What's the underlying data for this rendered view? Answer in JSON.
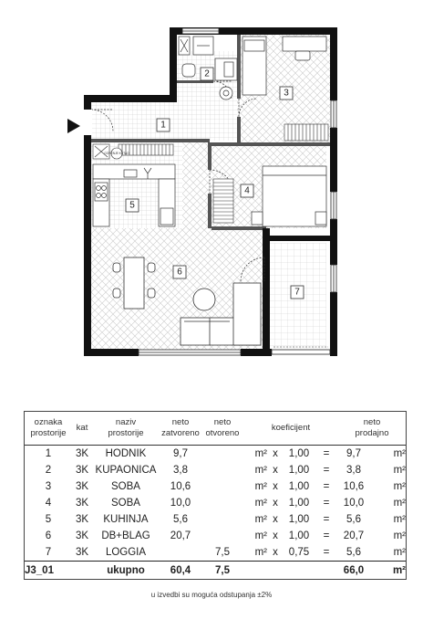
{
  "rooms": [
    {
      "number": "1",
      "name": "HODNIK"
    },
    {
      "number": "2",
      "name": "KUPAONICA"
    },
    {
      "number": "3",
      "name": "SOBA"
    },
    {
      "number": "4",
      "name": "SOBA"
    },
    {
      "number": "5",
      "name": "KUHINJA"
    },
    {
      "number": "6",
      "name": "DB+BLAG"
    },
    {
      "number": "7",
      "name": "LOGGIA"
    }
  ],
  "fixture_text": "GORENJE KOTAO",
  "table": {
    "headers": {
      "oznaka_line1": "oznaka",
      "oznaka_line2": "prostorije",
      "kat": "kat",
      "naziv_line1": "naziv",
      "naziv_line2": "prostorije",
      "neto_z_line1": "neto",
      "neto_z_line2": "zatvoreno",
      "neto_o_line1": "neto",
      "neto_o_line2": "otvoreno",
      "koeficijent": "koeficijent",
      "neto_p_line1": "neto",
      "neto_p_line2": "prodajno"
    },
    "rows": [
      {
        "oznaka": "1",
        "kat": "3K",
        "naziv": "HODNIK",
        "zatvoreno": "9,7",
        "otvoreno": "",
        "unit": "m²",
        "x": "x",
        "koef": "1,00",
        "eq": "=",
        "prodajno": "9,7",
        "unit2": "m²"
      },
      {
        "oznaka": "2",
        "kat": "3K",
        "naziv": "KUPAONICA",
        "zatvoreno": "3,8",
        "otvoreno": "",
        "unit": "m²",
        "x": "x",
        "koef": "1,00",
        "eq": "=",
        "prodajno": "3,8",
        "unit2": "m²"
      },
      {
        "oznaka": "3",
        "kat": "3K",
        "naziv": "SOBA",
        "zatvoreno": "10,6",
        "otvoreno": "",
        "unit": "m²",
        "x": "x",
        "koef": "1,00",
        "eq": "=",
        "prodajno": "10,6",
        "unit2": "m²"
      },
      {
        "oznaka": "4",
        "kat": "3K",
        "naziv": "SOBA",
        "zatvoreno": "10,0",
        "otvoreno": "",
        "unit": "m²",
        "x": "x",
        "koef": "1,00",
        "eq": "=",
        "prodajno": "10,0",
        "unit2": "m²"
      },
      {
        "oznaka": "5",
        "kat": "3K",
        "naziv": "KUHINJA",
        "zatvoreno": "5,6",
        "otvoreno": "",
        "unit": "m²",
        "x": "x",
        "koef": "1,00",
        "eq": "=",
        "prodajno": "5,6",
        "unit2": "m²"
      },
      {
        "oznaka": "6",
        "kat": "3K",
        "naziv": "DB+BLAG",
        "zatvoreno": "20,7",
        "otvoreno": "",
        "unit": "m²",
        "x": "x",
        "koef": "1,00",
        "eq": "=",
        "prodajno": "20,7",
        "unit2": "m²"
      },
      {
        "oznaka": "7",
        "kat": "3K",
        "naziv": "LOGGIA",
        "zatvoreno": "",
        "otvoreno": "7,5",
        "unit": "m²",
        "x": "x",
        "koef": "0,75",
        "eq": "=",
        "prodajno": "5,6",
        "unit2": "m²"
      }
    ],
    "total": {
      "oznaka": "J3_01",
      "naziv": "ukupno",
      "zatvoreno": "60,4",
      "otvoreno": "7,5",
      "prodajno": "66,0",
      "unit2": "m²"
    }
  },
  "footnote": "u izvedbi su moguća odstupanja ±2%"
}
